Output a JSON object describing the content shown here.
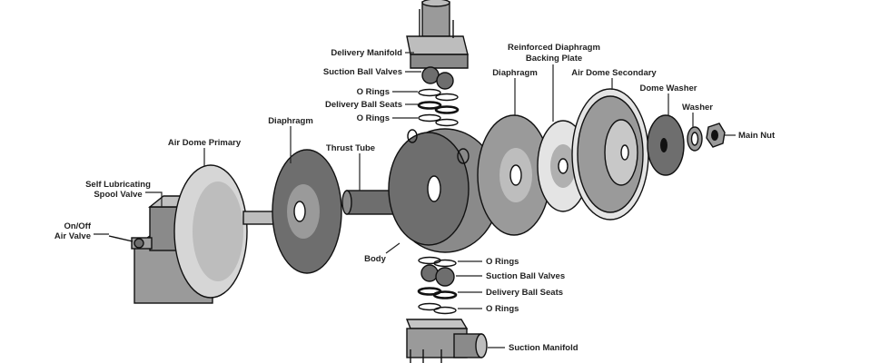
{
  "labels": {
    "delivery_manifold": "Delivery Manifold",
    "suction_ball_valves_top": "Suction Ball Valves",
    "o_rings_top_1": "O Rings",
    "delivery_ball_seats_top": "Delivery Ball Seats",
    "o_rings_top_2": "O Rings",
    "diaphragm_left": "Diaphragm",
    "air_dome_primary": "Air Dome Primary",
    "spool_valve_line1": "Self Lubricating",
    "spool_valve_line2": "Spool Valve",
    "air_valve_line1": "On/Off",
    "air_valve_line2": "Air Valve",
    "thrust_tube": "Thrust Tube",
    "body": "Body",
    "o_rings_bottom_1": "O Rings",
    "suction_ball_valves_bottom": "Suction Ball Valves",
    "delivery_ball_seats_bottom": "Delivery Ball Seats",
    "o_rings_bottom_2": "O Rings",
    "suction_manifold": "Suction Manifold",
    "diaphragm_right": "Diaphragm",
    "backing_plate_line1": "Reinforced Diaphragm",
    "backing_plate_line2": "Backing Plate",
    "air_dome_secondary": "Air Dome Secondary",
    "dome_washer": "Dome Washer",
    "washer": "Washer",
    "main_nut": "Main Nut"
  },
  "colors": {
    "outline": "#111111",
    "dark_gray": "#6e6e6e",
    "mid_gray": "#9a9a9a",
    "light_gray": "#d6d6d6"
  }
}
